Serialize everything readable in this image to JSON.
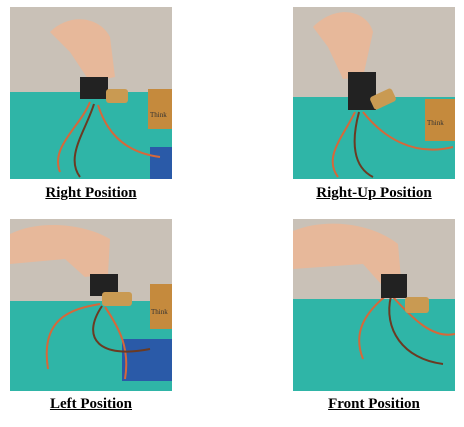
{
  "figures": [
    {
      "caption": "Right Position"
    },
    {
      "caption": "Right-Up Position"
    },
    {
      "caption": "Left Position"
    },
    {
      "caption": "Front Position"
    }
  ],
  "box_text": "Think",
  "colors": {
    "wall": "#c9c1b7",
    "table": "#2fb5a7",
    "skin": "#e7b89a",
    "servo": "#222222",
    "horn": "#c99a52",
    "wire_orange": "#d6683a",
    "wire_brown": "#6b3a22",
    "box": "#c58a3d",
    "board": "#2a5aa8"
  }
}
